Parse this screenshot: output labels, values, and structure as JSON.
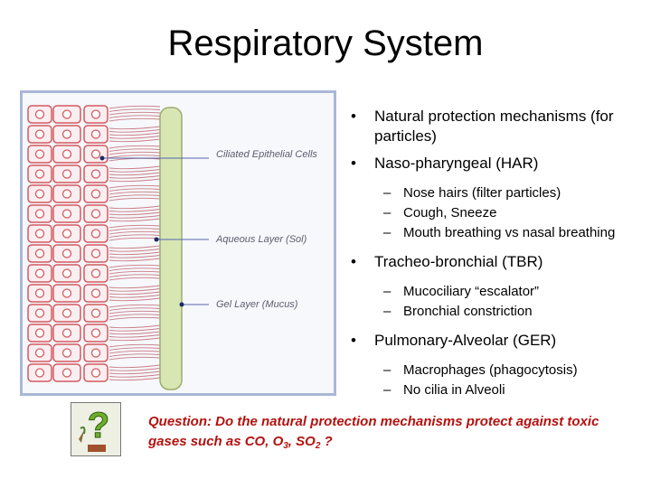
{
  "slide": {
    "title": "Respiratory System"
  },
  "figure": {
    "labels": {
      "ciliated": "Ciliated Epithelial Cells",
      "aqueous": "Aqueous Layer (Sol)",
      "gel": "Gel Layer (Mucus)"
    }
  },
  "content": {
    "items": [
      {
        "level": 1,
        "text": "Natural protection mechanisms (for particles)"
      },
      {
        "level": 1,
        "text": "Naso-pharyngeal (HAR)"
      },
      {
        "level": 2,
        "text": "Nose hairs (filter particles)"
      },
      {
        "level": 2,
        "text": "Cough, Sneeze"
      },
      {
        "level": 2,
        "text": "Mouth breathing vs nasal breathing"
      },
      {
        "level": 1,
        "text": "Tracheo-bronchial (TBR)"
      },
      {
        "level": 2,
        "text": "Mucociliary “escalator”"
      },
      {
        "level": 2,
        "text": "Bronchial constriction"
      },
      {
        "level": 1,
        "text": "Pulmonary-Alveolar (GER)"
      },
      {
        "level": 2,
        "text": "Macrophages (phagocytosis)"
      },
      {
        "level": 2,
        "text": "No cilia in Alveoli"
      }
    ],
    "bullet_symbol": "•",
    "dash_symbol": "–"
  },
  "question": {
    "text_main": "Question: Do the natural protection mechanisms protect against toxic gases such as CO, O",
    "sub1": "3",
    "mid": ", SO",
    "sub2": "2",
    "end": " ?",
    "icon": "question-mark-plant-icon"
  },
  "colors": {
    "question_text": "#b4120f",
    "figure_border": "#a9b7d6",
    "cell_outline": "#d25a60",
    "mucus_column": "#d8e6b4"
  }
}
